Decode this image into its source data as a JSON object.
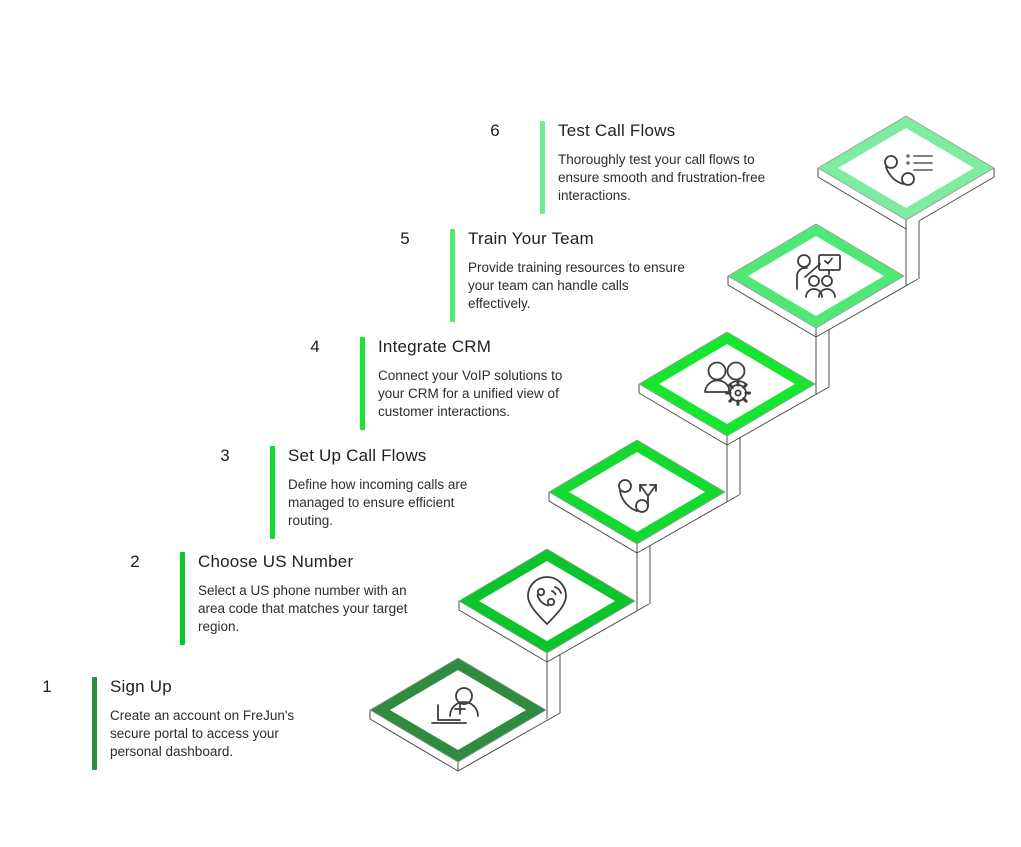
{
  "page": {
    "background": "#ffffff"
  },
  "steps": [
    {
      "number": "1",
      "title": "Sign Up",
      "description": "Create an account on FreJun's secure portal to access your personal dashboard.",
      "bar_color": "#2E8B40",
      "diamond_color": "#2E8B40",
      "icon": "signup-person-laptop-icon"
    },
    {
      "number": "2",
      "title": "Choose US Number",
      "description": "Select a US phone number with an area code that matches your target region.",
      "bar_color": "#0CC42C",
      "diamond_color": "#0CC42C",
      "icon": "phone-location-pin-icon"
    },
    {
      "number": "3",
      "title": "Set Up Call Flows",
      "description": "Define how incoming calls are managed to ensure efficient routing.",
      "bar_color": "#12DA2E",
      "diamond_color": "#12DA2E",
      "icon": "call-routing-arrows-icon"
    },
    {
      "number": "4",
      "title": "Integrate CRM",
      "description": "Connect your VoIP solutions to your CRM for a unified view of customer interactions.",
      "bar_color": "#17E630",
      "diamond_color": "#17E630",
      "icon": "team-settings-gear-icon"
    },
    {
      "number": "5",
      "title": "Train Your Team",
      "description": "Provide training resources to ensure your team can handle calls effectively.",
      "bar_color": "#4FE875",
      "diamond_color": "#4FE875",
      "icon": "training-presentation-icon"
    },
    {
      "number": "6",
      "title": "Test Call Flows",
      "description": "Thoroughly test your call flows to ensure smooth and frustration-free interactions.",
      "bar_color": "#6FEC94",
      "diamond_color": "#7DECA0",
      "icon": "phone-checklist-icon"
    }
  ]
}
